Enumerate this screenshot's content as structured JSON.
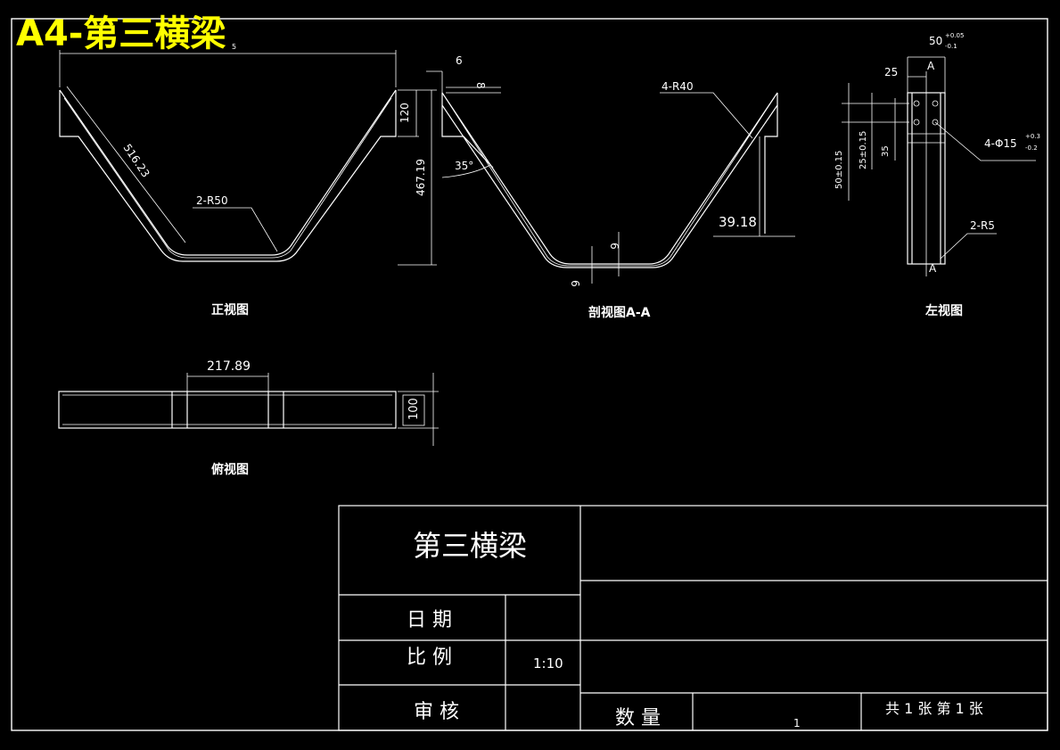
{
  "banner_title": "A4-第三横梁",
  "views": {
    "front": {
      "label": "正视图",
      "dims": {
        "length": "516.23",
        "radius": "2-R50",
        "height": "467.19",
        "top_height": "120",
        "top_tick": "5"
      }
    },
    "section": {
      "label": "剖视图A-A",
      "dims": {
        "radius": "4-R40",
        "angle": "35°",
        "thickness": "6",
        "width": "8",
        "bottom_t1": "6",
        "bottom_t2": "6",
        "offset": "39.18"
      }
    },
    "left": {
      "label": "左视图",
      "dims": {
        "top_width": "50",
        "top_tol_upper": "+0.05",
        "top_tol_lower": "-0.1",
        "width_25": "25",
        "section_mark": "A",
        "hole_spec": "4-Φ15",
        "hole_tol_upper": "+0.3",
        "hole_tol_lower": "-0.2",
        "v1": "50±0.15",
        "v2": "25±0.15",
        "v3": "35",
        "radius": "2-R5"
      }
    },
    "top": {
      "label": "俯视图",
      "dims": {
        "span": "217.89",
        "width": "100"
      }
    }
  },
  "title_block": {
    "part_name": "第三横梁",
    "date_label": "日 期",
    "date_value": "",
    "scale_label": "比 例",
    "scale_value": "1:10",
    "review_label": "审 核",
    "quantity_label": "数 量",
    "quantity_value": "1",
    "sheet_info": "共 1 张 第 1 张"
  }
}
